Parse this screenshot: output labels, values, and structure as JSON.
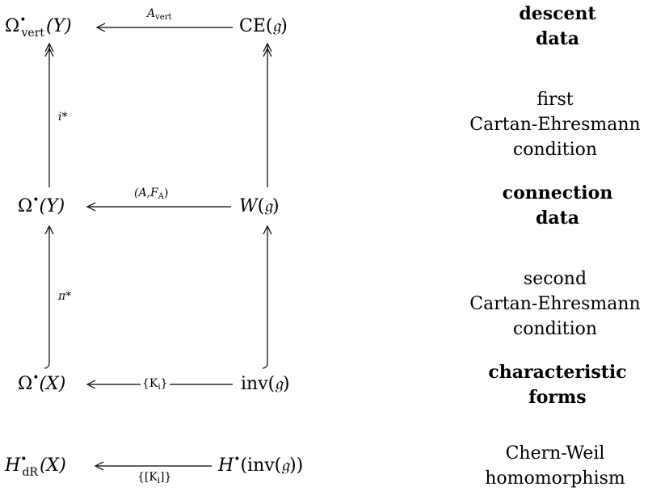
{
  "nodes": {
    "omega_vert": {
      "base": "Ω",
      "sup": "•",
      "sub": "vert",
      "arg": "(Y)"
    },
    "ce": {
      "text": "CE(",
      "g": "𝔤",
      "close": ")"
    },
    "omega_y": {
      "base": "Ω",
      "sup": "•",
      "arg": "(Y)"
    },
    "w": {
      "text": "W",
      "g": "𝔤"
    },
    "omega_x": {
      "base": "Ω",
      "sup": "•",
      "arg": "(X)"
    },
    "inv": {
      "text": "inv(",
      "g": "𝔤",
      "close": ")"
    },
    "h_dr": {
      "base": "H",
      "sup": "•",
      "sub": "dR",
      "arg": "(X)"
    },
    "h_inv": {
      "text": "H",
      "sup": "•",
      "rest": "(inv(",
      "g": "𝔤",
      "close": "))"
    }
  },
  "edge_labels": {
    "a_vert": "A",
    "a_vert_sub": "vert",
    "i_star": "i*",
    "connection": "(A,F",
    "connection_sub": "A",
    "connection_close": ")",
    "pi_star": "π*",
    "k_i": "{K",
    "k_i_sub": "i",
    "k_i_close": "}",
    "k_i_class": "{[K",
    "k_i_class_sub": "i",
    "k_i_class_close": "]}"
  },
  "side_labels": {
    "descent": [
      "descent",
      "data"
    ],
    "first_ce": [
      "first",
      "Cartan-Ehresmann",
      "condition"
    ],
    "connection": [
      "connection",
      "data"
    ],
    "second_ce": [
      "second",
      "Cartan-Ehresmann",
      "condition"
    ],
    "characteristic": [
      "characteristic",
      "forms"
    ],
    "chern_weil": [
      "Chern-Weil",
      "homomorphism"
    ]
  }
}
